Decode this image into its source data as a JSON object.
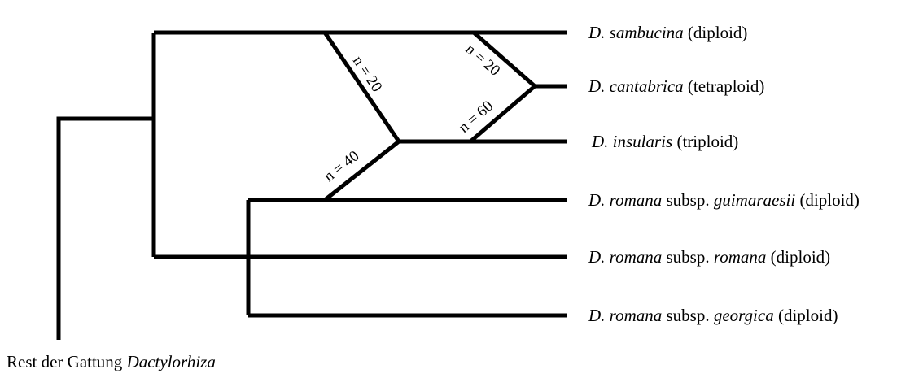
{
  "tree": {
    "root_label": {
      "plain": "Rest der Gattung ",
      "italic": "Dactylorhiza"
    },
    "taxa": [
      {
        "genus": "D.",
        "epithet": "sambucina",
        "subsp_word": "",
        "subsp": "",
        "ploidy": "(diploid)"
      },
      {
        "genus": "D.",
        "epithet": "cantabrica",
        "subsp_word": "",
        "subsp": "",
        "ploidy": "(tetraploid)"
      },
      {
        "genus": "D.",
        "epithet": "insularis",
        "subsp_word": "",
        "subsp": "",
        "ploidy": "(triploid)"
      },
      {
        "genus": "D.",
        "epithet": "romana",
        "subsp_word": "subsp.",
        "subsp": "guimaraesii",
        "ploidy": "(diploid)"
      },
      {
        "genus": "D.",
        "epithet": "romana",
        "subsp_word": "subsp.",
        "subsp": "romana",
        "ploidy": "(diploid)"
      },
      {
        "genus": "D.",
        "epithet": "romana",
        "subsp_word": "subsp.",
        "subsp": "georgica",
        "ploidy": "(diploid)"
      }
    ],
    "edge_labels": {
      "sambucina_to_insularis": "n = 20",
      "sambucina_to_cantabrica": "n = 20",
      "insularis_to_cantabrica": "n = 60",
      "guimaraesii_to_insularis": "n = 40"
    },
    "colors": {
      "line": "#000000",
      "background": "#ffffff"
    }
  }
}
